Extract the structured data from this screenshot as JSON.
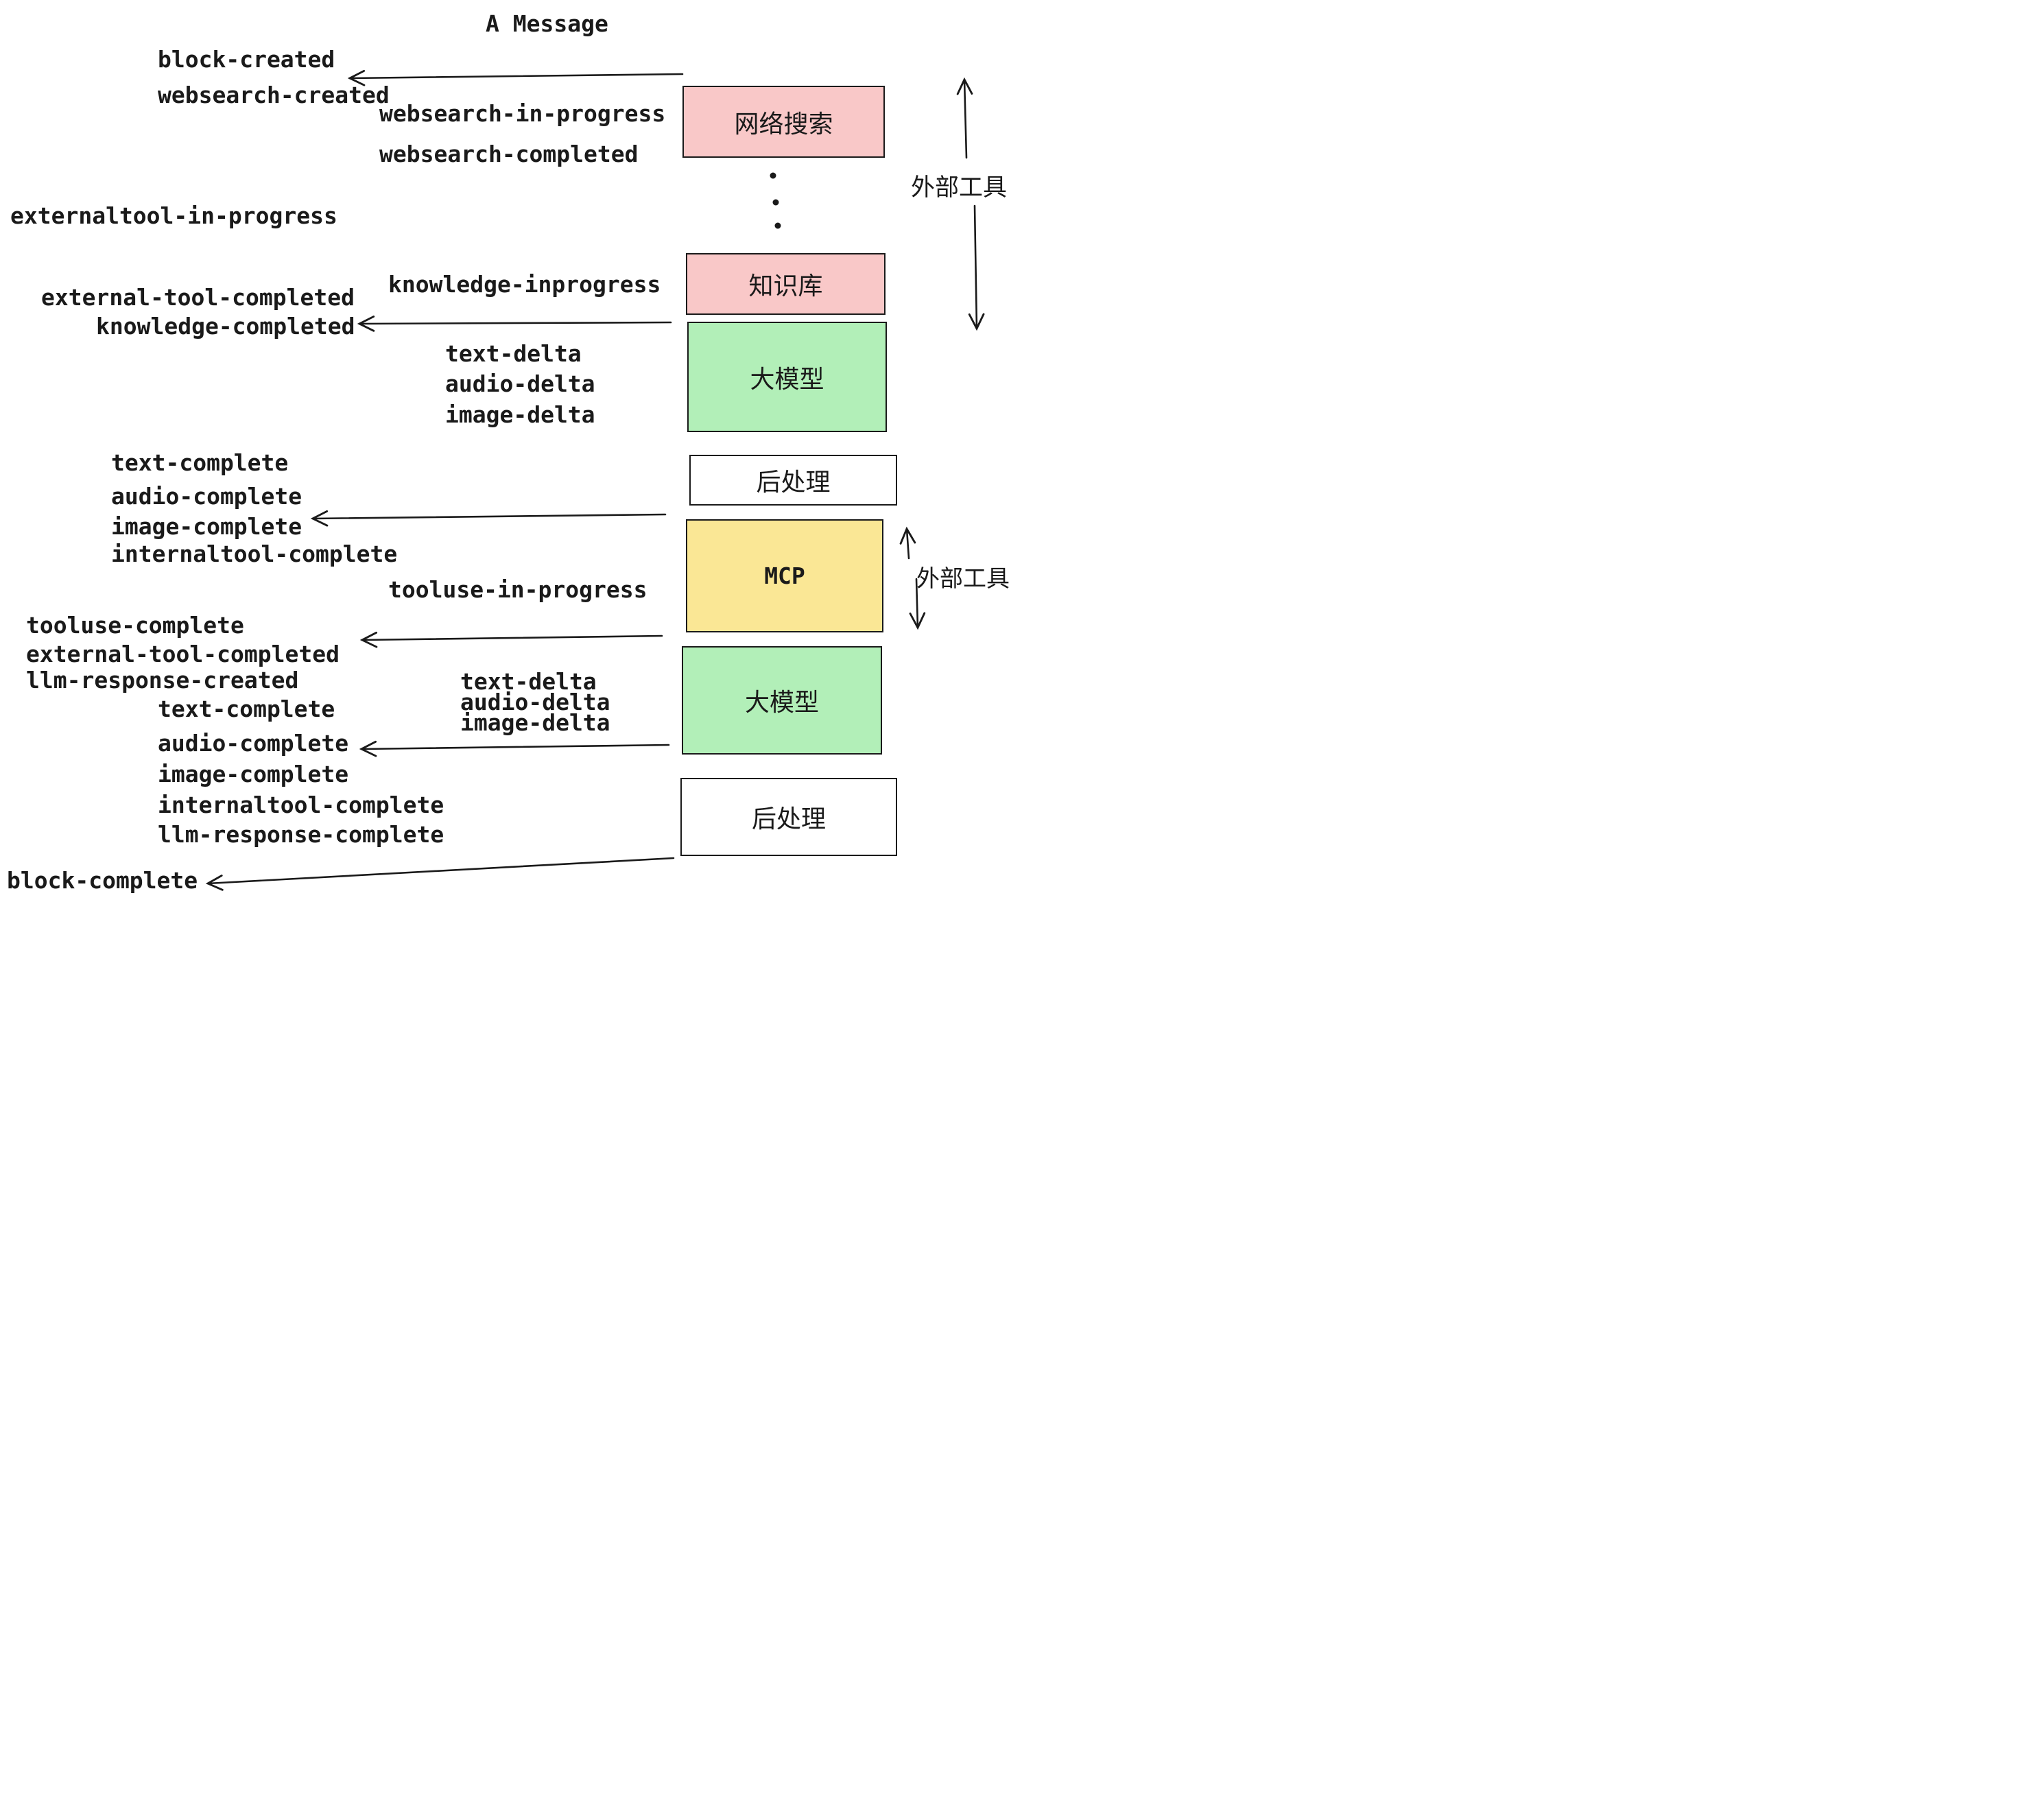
{
  "title": "A Message",
  "colors": {
    "pink": "#F9C8C8",
    "green": "#B2EFB8",
    "yellow": "#FAE795",
    "white": "#FFFFFF",
    "ink": "#1A1A1A"
  },
  "boxes": [
    {
      "label": "网络搜索",
      "color": "pink"
    },
    {
      "label": "知识库",
      "color": "pink"
    },
    {
      "label": "大模型",
      "color": "green"
    },
    {
      "label": "后处理",
      "color": "white"
    },
    {
      "label": "MCP",
      "color": "yellow"
    },
    {
      "label": "大模型",
      "color": "green"
    },
    {
      "label": "后处理",
      "color": "white"
    }
  ],
  "external_tool_labels": [
    {
      "text": "外部工具"
    },
    {
      "text": "外部工具"
    }
  ],
  "events": [
    "block-created",
    "websearch-created",
    "websearch-in-progress",
    "websearch-completed",
    "externaltool-in-progress",
    "knowledge-inprogress",
    "external-tool-completed",
    "knowledge-completed",
    "text-delta",
    "audio-delta",
    "image-delta",
    "text-complete",
    "audio-complete",
    "image-complete",
    "internaltool-complete",
    "tooluse-in-progress",
    "tooluse-complete",
    "external-tool-completed",
    "llm-response-created",
    "text-delta",
    "audio-delta",
    "image-delta",
    "text-complete",
    "audio-complete",
    "image-complete",
    "internaltool-complete",
    "llm-response-complete",
    "block-complete"
  ]
}
